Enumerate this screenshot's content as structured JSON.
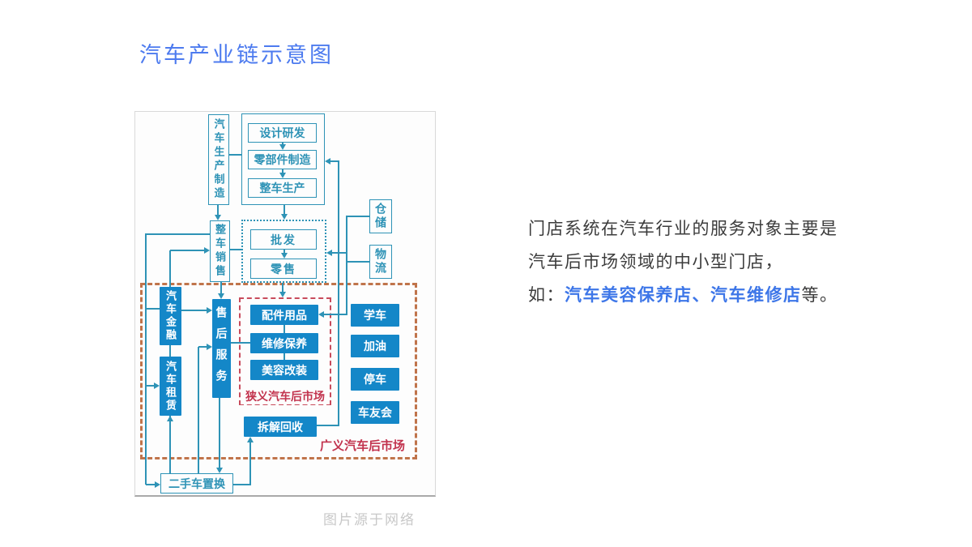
{
  "slide": {
    "title": "汽车产业链示意图",
    "body": {
      "line1": "门店系统在汽车行业的服务对象主要是",
      "line2": "汽车后市场领域的中小型门店，",
      "line3_prefix": "如：",
      "line3_highlight": "汽车美容保养店、汽车维修店",
      "line3_suffix": "等。"
    },
    "image_caption": "图片源于网络"
  },
  "diagram": {
    "nodes": {
      "production_group": "汽车生产制造",
      "design": "设计研发",
      "parts": "零部件制造",
      "vehicle_production": "整车生产",
      "vehicle_sales": "整车销售",
      "wholesale": "批发",
      "retail": "零售",
      "warehouse": "仓储",
      "logistics": "物流",
      "auto_finance": "汽车金融",
      "auto_rental": "汽车租赁",
      "after_sales": "售后服务",
      "accessories": "配件用品",
      "maintenance": "维修保养",
      "beauty_mod": "美容改装",
      "driving_school": "学车",
      "refueling": "加油",
      "parking": "停车",
      "car_club": "车友会",
      "dismantle_recycle": "拆解回收",
      "used_car_exchange": "二手车置换"
    },
    "region_labels": {
      "narrow_aftermarket": "狭义汽车后市场",
      "broad_aftermarket": "广义汽车后市场"
    }
  },
  "colors": {
    "title_blue": "#4d7bef",
    "highlight_blue": "#3d76e8",
    "teal": "#2e93b6",
    "box_blue": "#1487c8",
    "outer_dash": "#c0744b",
    "inner_dash": "#c84b5c",
    "label_red": "#c2334e",
    "body_text": "#3c3c3c",
    "caption": "#c8c8c8"
  }
}
